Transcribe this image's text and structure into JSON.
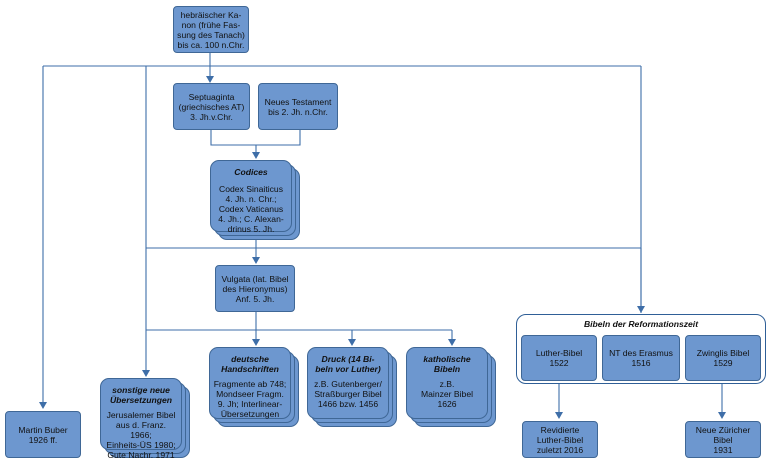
{
  "colors": {
    "box": "#6d97cf",
    "border": "#3f6796",
    "line": "#3e6ea8"
  },
  "nodes": {
    "kanon": "hebräischer Ka-\nnon (frühe Fas-\nsung des Tanach)\nbis ca. 100 n.Chr.",
    "septuaginta": "Septuaginta\n(griechisches AT)\n3. Jh.v.Chr.",
    "nt": "Neues Testament\nbis 2. Jh. n.Chr.",
    "codices_title": "Codices",
    "codices_text": "Codex Sinaiticus\n4. Jh. n. Chr.;\nCodex Vaticanus\n4. Jh.; C. Alexan-\ndrinus 5. Jh.",
    "vulgata": "Vulgata (lat. Bibel\ndes Hieronymus)\nAnf. 5. Jh.",
    "deutsche_title": "deutsche\nHandschriften",
    "deutsche_text": "Fragmente ab 748;\nMondseer Fragm.\n9. Jh; Interlinear-\nÜbersetzungen",
    "druck_title": "Druck (14 Bi-\nbeln vor Luther)",
    "druck_text": "z.B. Gutenberger/\nStraßburger Bibel\n1466 bzw. 1456",
    "katholisch_title": "katholische\nBibeln",
    "katholisch_text": "z.B.\nMainzer Bibel\n1626",
    "sonstige_title": "sonstige neue\nÜbersetzungen",
    "sonstige_text": "Jerusalemer Bibel\naus d. Franz. 1966;\nEinheits-ÜS 1980;\nGute Nachr. 1971",
    "buber": "Martin Buber\n1926 ff.",
    "reformation_title": "Bibeln der Reformationszeit",
    "luther": "Luther-Bibel\n1522",
    "erasmus": "NT des Erasmus\n1516",
    "zwingli": "Zwinglis Bibel\n1529",
    "revidierte": "Revidierte\nLuther-Bibel\nzuletzt 2016",
    "zuercher": "Neue Züricher\nBibel\n1931"
  }
}
